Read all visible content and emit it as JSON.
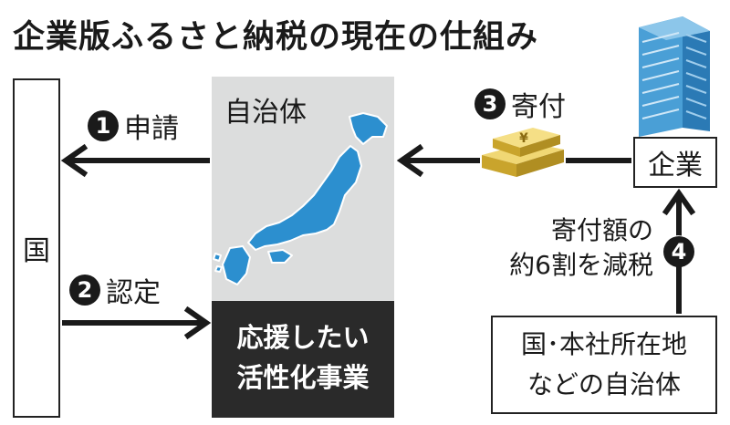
{
  "title": "企業版ふるさと納税の現在の仕組み",
  "nodes": {
    "kuni": "国",
    "jichitai": "自治体",
    "ouen_line1": "応援したい",
    "ouen_line2": "活性化事業",
    "kigyo": "企業",
    "local_line1": "国･本社所在地",
    "local_line2": "などの自治体"
  },
  "steps": {
    "s1": {
      "num": "1",
      "label": "申請"
    },
    "s2": {
      "num": "2",
      "label": "認定"
    },
    "s3": {
      "num": "3",
      "label": "寄付"
    },
    "s4": {
      "num": "4",
      "line1": "寄付額の",
      "line2": "約6割を減税"
    }
  },
  "colors": {
    "map_blue": "#2c8fcf",
    "building_blue": "#3a8fc8",
    "gold": "#d6b53a",
    "gray_panel": "#dcdddd",
    "dark_panel": "#2a2a2a"
  },
  "icons": [
    "japan-map-icon",
    "building-icon",
    "gold-bars-icon"
  ]
}
